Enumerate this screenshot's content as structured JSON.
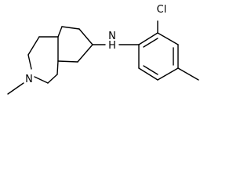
{
  "molecule": {
    "atoms": {
      "bridge_nitrogen": "N",
      "amine_nitrogen": "N",
      "amine_hydrogen": "H",
      "chlorine": "Cl"
    },
    "colors": {
      "bond": "#000000",
      "label": "#000000",
      "background": "#ffffff"
    }
  }
}
